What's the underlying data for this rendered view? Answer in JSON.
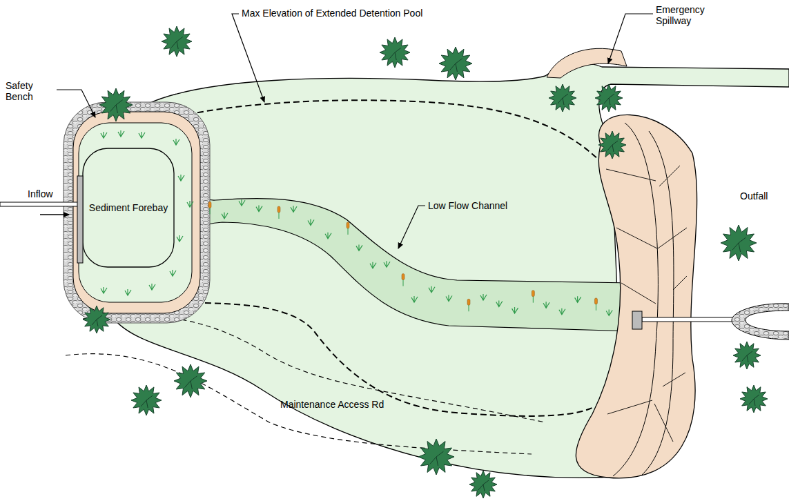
{
  "diagram": {
    "nodes": [
      {
        "text": [
          "Sediment Forebay"
        ]
      }
    ],
    "labels": [
      "Max Elevation of Extended Detention Pool",
      "Emergency Spillway",
      "Safety Bench",
      "Inflow",
      "Low Flow Channel",
      "Outfall",
      "Maintenance Access Rd"
    ]
  }
}
